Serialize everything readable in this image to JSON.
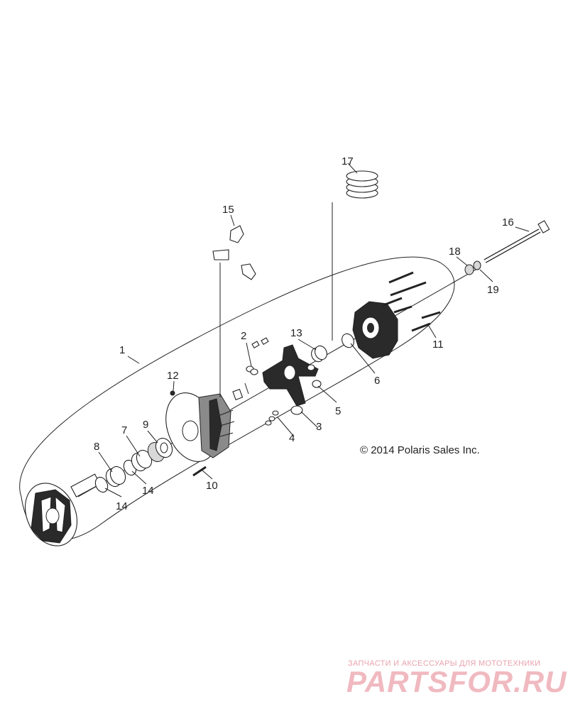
{
  "diagram": {
    "copyright": "© 2014 Polaris Sales Inc.",
    "callouts": {
      "c1": "1",
      "c2": "2",
      "c3": "3",
      "c4": "4",
      "c5": "5",
      "c6": "6",
      "c7": "7",
      "c8": "8",
      "c9": "9",
      "c10": "10",
      "c11": "11",
      "c12": "12",
      "c13": "13",
      "c14a": "14",
      "c14b": "14",
      "c15": "15",
      "c16": "16",
      "c17": "17",
      "c18": "18",
      "c19": "19"
    }
  },
  "watermark": {
    "tagline": "ЗАПЧАСТИ И АКСЕССУАРЫ ДЛЯ МОТОТЕХНИКИ",
    "logo": "PARTSFOR.RU"
  },
  "colors": {
    "line": "#222222",
    "dark_fill": "#2a2a2a",
    "watermark": "#f0b9c0"
  }
}
